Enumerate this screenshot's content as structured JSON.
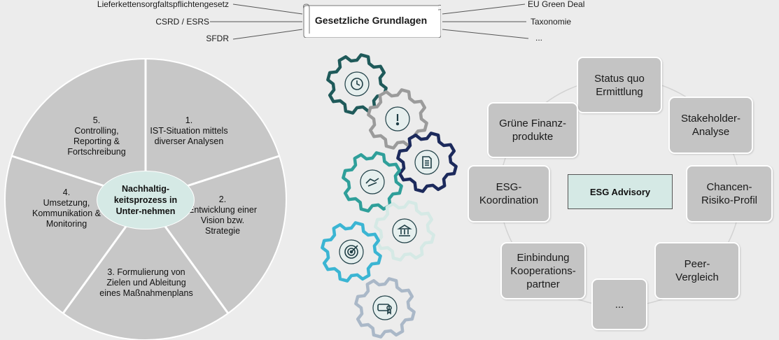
{
  "legal": {
    "title": "Gesetzliche Grundlagen",
    "left_items": [
      "Lieferkettensorgfaltspflichtengesetz",
      "CSRD / ESRS",
      "SFDR"
    ],
    "right_items": [
      "EU Green Deal",
      "Taxonomie",
      "..."
    ]
  },
  "process": {
    "hub": "Nachhaltig-keitsprozess in Unter-nehmen",
    "segments": [
      {
        "number": "1.",
        "text": "IST-Situation mittels diverser Analysen"
      },
      {
        "number": "2.",
        "text": "Entwicklung einer Vision bzw. Strategie"
      },
      {
        "number": "3.",
        "text": "Formulierung von Zielen und Ableitung eines Maßnahmenplans"
      },
      {
        "number": "4.",
        "text": "Umsetzung, Kommunikation & Monitoring"
      },
      {
        "number": "5.",
        "text": "Controlling, Reporting & Fortschreibung"
      }
    ]
  },
  "gears": [
    {
      "icon": "clock-check-icon",
      "color": "#1f5a5a"
    },
    {
      "icon": "exclamation-icon",
      "color": "#9b9b9b"
    },
    {
      "icon": "document-icon",
      "color": "#1c2a5c"
    },
    {
      "icon": "handshake-icon",
      "color": "#2f9f9a"
    },
    {
      "icon": "bank-icon",
      "color": "#d5e9e5"
    },
    {
      "icon": "target-icon",
      "color": "#3bb5d3"
    },
    {
      "icon": "certificate-icon",
      "color": "#aab8c8"
    }
  ],
  "advisory": {
    "center": "ESG Advisory",
    "boxes": [
      "Status quo Ermittlung",
      "Stakeholder-Analyse",
      "Chancen-Risiko-Profil",
      "Peer-Vergleich",
      "...",
      "Einbindung Kooperations-partner",
      "ESG-Koordination",
      "Grüne Finanz-produkte"
    ]
  }
}
